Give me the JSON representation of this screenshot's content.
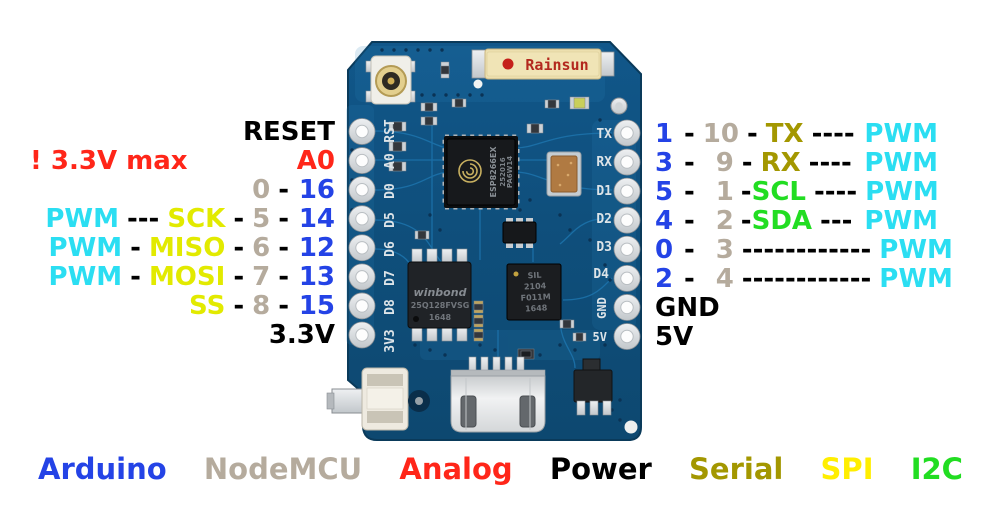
{
  "colors": {
    "blue": "#2443e6",
    "tan": "#b5ab9d",
    "red": "#ff2619",
    "cyan": "#2bdef2",
    "spi": "#e2ea00",
    "spiY": "#ffee00",
    "serial": "#a39700",
    "green": "#22dd22",
    "black": "#000000"
  },
  "pinout": {
    "left_rows": [
      {
        "segs": [
          {
            "t": "RESET",
            "c": "black"
          }
        ]
      },
      {
        "note": {
          "t": "! 3.3V max",
          "c": "red"
        },
        "segs": [
          {
            "t": "A0",
            "c": "red"
          }
        ]
      },
      {
        "segs": [
          {
            "t": "0",
            "c": "tan",
            "k": "nmL"
          },
          {
            "t": "-",
            "c": "black",
            "k": "sep"
          },
          {
            "t": "16",
            "c": "blue",
            "k": "ardL"
          }
        ]
      },
      {
        "segs": [
          {
            "t": "PWM",
            "c": "cyan"
          },
          {
            "t": "---",
            "c": "black",
            "k": "sep"
          },
          {
            "t": "SCK",
            "c": "spi"
          },
          {
            "t": "-",
            "c": "black",
            "k": "sep"
          },
          {
            "t": "5",
            "c": "tan",
            "k": "nmL"
          },
          {
            "t": "-",
            "c": "black",
            "k": "sep"
          },
          {
            "t": "14",
            "c": "blue",
            "k": "ardL"
          }
        ]
      },
      {
        "segs": [
          {
            "t": "PWM",
            "c": "cyan"
          },
          {
            "t": "-",
            "c": "black",
            "k": "sep"
          },
          {
            "t": "MISO",
            "c": "spi"
          },
          {
            "t": "-",
            "c": "black",
            "k": "sep"
          },
          {
            "t": "6",
            "c": "tan",
            "k": "nmL"
          },
          {
            "t": "-",
            "c": "black",
            "k": "sep"
          },
          {
            "t": "12",
            "c": "blue",
            "k": "ardL"
          }
        ]
      },
      {
        "segs": [
          {
            "t": "PWM",
            "c": "cyan"
          },
          {
            "t": "-",
            "c": "black",
            "k": "sep"
          },
          {
            "t": "MOSI",
            "c": "spi"
          },
          {
            "t": "-",
            "c": "black",
            "k": "sep"
          },
          {
            "t": "7",
            "c": "tan",
            "k": "nmL"
          },
          {
            "t": "-",
            "c": "black",
            "k": "sep"
          },
          {
            "t": "13",
            "c": "blue",
            "k": "ardL"
          }
        ]
      },
      {
        "segs": [
          {
            "t": "SS",
            "c": "spi"
          },
          {
            "t": "-",
            "c": "black",
            "k": "sep"
          },
          {
            "t": "8",
            "c": "tan",
            "k": "nmL"
          },
          {
            "t": "-",
            "c": "black",
            "k": "sep"
          },
          {
            "t": "15",
            "c": "blue",
            "k": "ardL"
          }
        ]
      },
      {
        "segs": [
          {
            "t": "3.3V",
            "c": "black"
          }
        ]
      }
    ],
    "right_rows": [
      {
        "segs": [
          {
            "t": "1",
            "c": "blue",
            "k": "ardR"
          },
          {
            "t": "-",
            "c": "black",
            "k": "sep"
          },
          {
            "t": "10",
            "c": "tan",
            "k": "nmR"
          },
          {
            "t": "-",
            "c": "black",
            "k": "sep"
          },
          {
            "t": "TX",
            "c": "serial"
          },
          {
            "t": "----",
            "c": "black",
            "k": "sep"
          },
          {
            "t": "PWM",
            "c": "cyan",
            "k": "pwm"
          }
        ]
      },
      {
        "segs": [
          {
            "t": "3",
            "c": "blue",
            "k": "ardR"
          },
          {
            "t": "-",
            "c": "black",
            "k": "sep"
          },
          {
            "t": "9",
            "c": "tan",
            "k": "nmR"
          },
          {
            "t": "-",
            "c": "black",
            "k": "sep"
          },
          {
            "t": "RX",
            "c": "serial"
          },
          {
            "t": "----",
            "c": "black",
            "k": "sep"
          },
          {
            "t": "PWM",
            "c": "cyan",
            "k": "pwm"
          }
        ]
      },
      {
        "segs": [
          {
            "t": "5",
            "c": "blue",
            "k": "ardR"
          },
          {
            "t": "-",
            "c": "black",
            "k": "sep"
          },
          {
            "t": "1",
            "c": "tan",
            "k": "nmR"
          },
          {
            "t": "-",
            "c": "black",
            "k": "sepT"
          },
          {
            "t": "SCL",
            "c": "green"
          },
          {
            "t": "----",
            "c": "black",
            "k": "sep"
          },
          {
            "t": "PWM",
            "c": "cyan",
            "k": "pwm"
          }
        ]
      },
      {
        "segs": [
          {
            "t": "4",
            "c": "blue",
            "k": "ardR"
          },
          {
            "t": "-",
            "c": "black",
            "k": "sep"
          },
          {
            "t": "2",
            "c": "tan",
            "k": "nmR"
          },
          {
            "t": "-",
            "c": "black",
            "k": "sepT"
          },
          {
            "t": "SDA",
            "c": "green"
          },
          {
            "t": "---",
            "c": "black",
            "k": "sep"
          },
          {
            "t": "PWM",
            "c": "cyan",
            "k": "pwm"
          }
        ]
      },
      {
        "segs": [
          {
            "t": "0",
            "c": "blue",
            "k": "ardR"
          },
          {
            "t": "-",
            "c": "black",
            "k": "sep"
          },
          {
            "t": "3",
            "c": "tan",
            "k": "nmR"
          },
          {
            "t": "------------",
            "c": "black",
            "k": "sep"
          },
          {
            "t": "PWM",
            "c": "cyan",
            "k": "pwm"
          }
        ]
      },
      {
        "segs": [
          {
            "t": "2",
            "c": "blue",
            "k": "ardR"
          },
          {
            "t": "-",
            "c": "black",
            "k": "sep"
          },
          {
            "t": "4",
            "c": "tan",
            "k": "nmR"
          },
          {
            "t": "------------",
            "c": "black",
            "k": "sep"
          },
          {
            "t": "PWM",
            "c": "cyan",
            "k": "pwm"
          }
        ]
      },
      {
        "segs": [
          {
            "t": "GND",
            "c": "black"
          }
        ]
      },
      {
        "segs": [
          {
            "t": "5V",
            "c": "black"
          }
        ]
      }
    ]
  },
  "legend": {
    "items": [
      {
        "t": "Arduino",
        "c": "blue"
      },
      {
        "t": "NodeMCU",
        "c": "tan"
      },
      {
        "t": "Analog",
        "c": "red"
      },
      {
        "t": "Power",
        "c": "black"
      },
      {
        "t": "Serial",
        "c": "serial"
      },
      {
        "t": "SPI",
        "c": "spiY"
      },
      {
        "t": "I2C",
        "c": "green"
      }
    ]
  },
  "board": {
    "silk_left": [
      "RST",
      "A0",
      "D0",
      "D5",
      "D6",
      "D7",
      "D8",
      "3V3"
    ],
    "silk_right": [
      "TX",
      "RX",
      "D1",
      "D2",
      "D3",
      "D4",
      "GND",
      "5V"
    ],
    "antenna_label": "Rainsun",
    "esp_line1": "ESP8266EX",
    "esp_line2": "252016",
    "esp_line3": "PA6W14",
    "flash_brand": "winbond",
    "flash_part": "25Q128FVSG",
    "flash_date": "1648",
    "usb_chip_lines": [
      "SIL",
      "2104",
      "F011M",
      "1648"
    ]
  }
}
